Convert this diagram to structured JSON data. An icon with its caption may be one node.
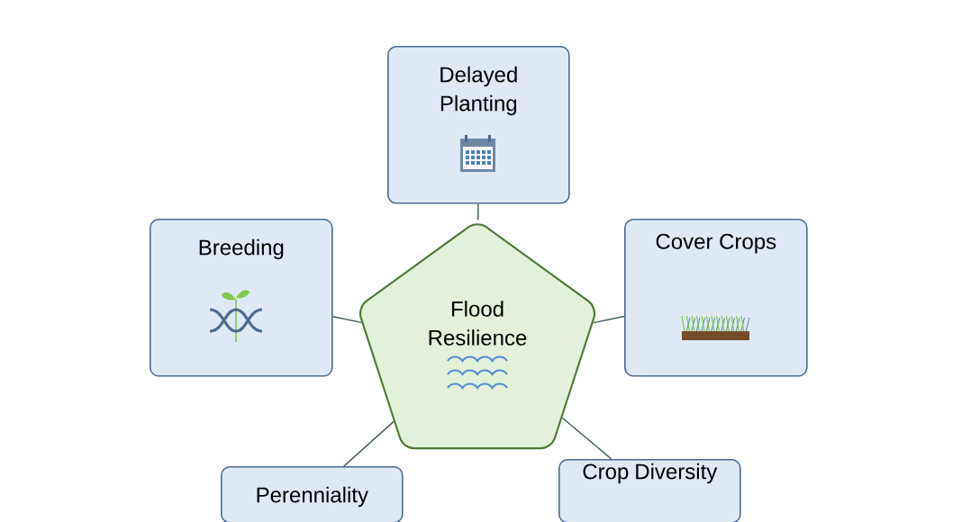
{
  "diagram": {
    "nodes": [
      {
        "text": [
          "Flood Resilience"
        ]
      },
      {
        "text": [
          "Delayed Planting"
        ]
      },
      {
        "text": [
          "Breeding"
        ]
      },
      {
        "text": [
          "Cover Crops"
        ]
      },
      {
        "text": [
          "Perenniality"
        ]
      },
      {
        "text": [
          "Crop Diversity"
        ]
      }
    ],
    "edges": [
      {
        "from": 0,
        "to": 1,
        "arrow": "none"
      },
      {
        "from": 0,
        "to": 2,
        "arrow": "none"
      },
      {
        "from": 0,
        "to": 3,
        "arrow": "none"
      },
      {
        "from": 0,
        "to": 4,
        "arrow": "none"
      },
      {
        "from": 0,
        "to": 5,
        "arrow": "none"
      }
    ]
  }
}
